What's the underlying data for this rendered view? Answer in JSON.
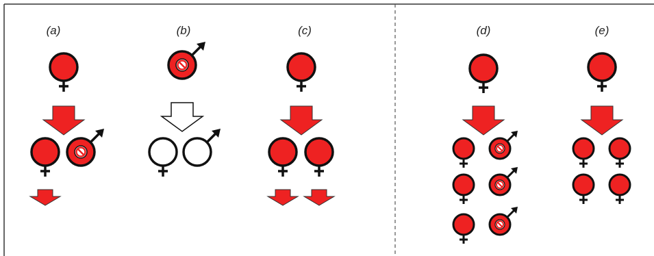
{
  "panels": [
    {
      "label": "(a)"
    },
    {
      "label": "(b)"
    },
    {
      "label": "(c)"
    },
    {
      "label": "(d)"
    },
    {
      "label": "(e)"
    }
  ],
  "colors": {
    "fill_red": "#ee2222",
    "outline": "#111111",
    "empty_fill": "#ffffff",
    "frame": "#333333",
    "divider": "#555555"
  },
  "icons": {
    "female": "female-symbol-icon",
    "male_sterile": "male-sterile-symbol-icon",
    "arrow": "down-arrow-icon"
  }
}
